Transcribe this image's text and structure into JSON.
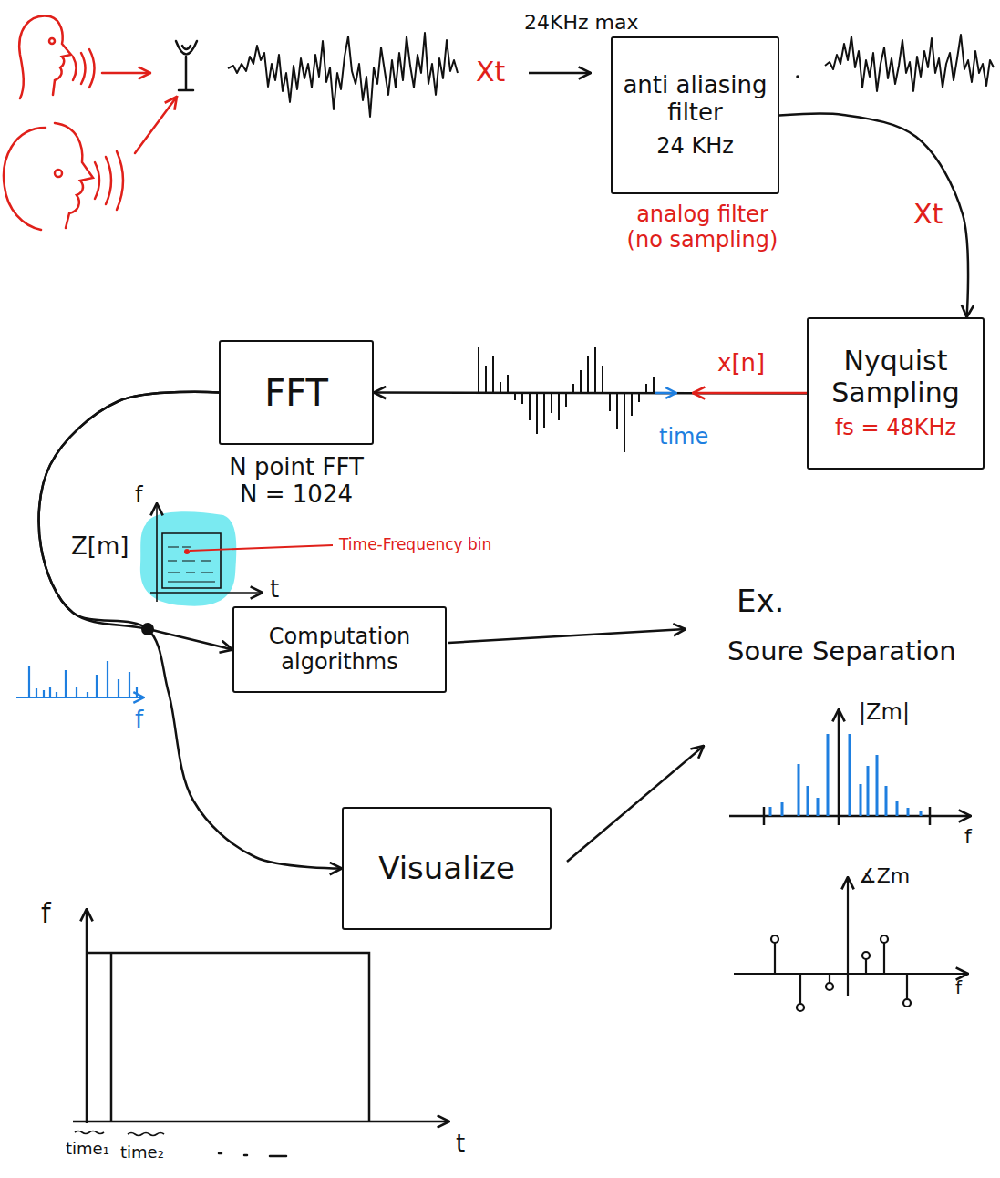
{
  "diagram": {
    "nodes": [
      {
        "text": [
          "anti aliasing filter",
          "24 KHz"
        ]
      },
      {
        "text": [
          "Nyquist Sampling",
          "fs = 48KHz"
        ]
      },
      {
        "text": [
          "FFT"
        ]
      },
      {
        "text": [
          "Computation algorithms"
        ]
      },
      {
        "text": [
          "Visualize"
        ]
      }
    ],
    "edges": [
      {
        "from": 0,
        "to": 1,
        "arrow": "to",
        "label": "Xt"
      },
      {
        "from": 1,
        "to": 2,
        "arrow": "to",
        "label": "x[n]"
      },
      {
        "from": 2,
        "to": 3,
        "arrow": "to"
      },
      {
        "from": 2,
        "to": 4,
        "arrow": "to"
      }
    ],
    "labels": [
      "24KHz max",
      "Xt",
      "analog filter (no sampling)",
      "time",
      "N point FFT N = 1024",
      "Z[m]",
      "f",
      "t",
      "Time-Frequency bin",
      "f",
      "Ex.",
      "Soure Separation",
      "|Zm|",
      "f",
      "∡Zm",
      "f",
      "f",
      "t",
      "time₁",
      "time₂"
    ]
  }
}
